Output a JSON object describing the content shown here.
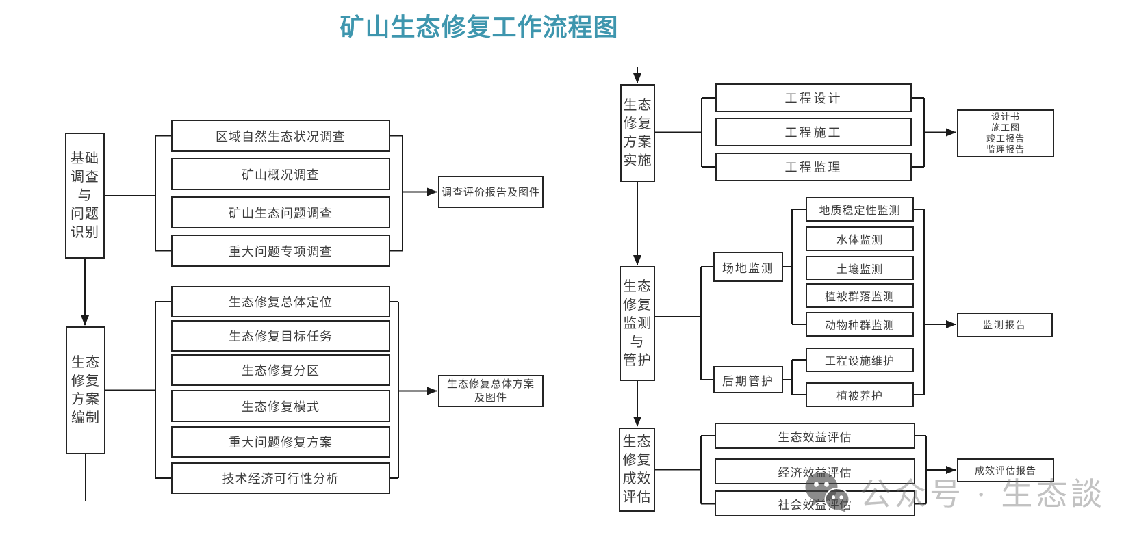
{
  "title": "矿山生态修复工作流程图",
  "colors": {
    "title": "#3e96ae",
    "line": "#1a1a1a",
    "box_border": "#242424",
    "text": "#3c3c3c",
    "watermark": "#bdbdbd"
  },
  "left_flow": {
    "stage1_label": "基础\n调查\n与\n问题\n识别",
    "stage1_items": [
      "区域自然生态状况调查",
      "矿山概况调查",
      "矿山生态问题调查",
      "重大问题专项调查"
    ],
    "stage1_output": "调查评价报告及图件",
    "stage2_label": "生态\n修复\n方案\n编制",
    "stage2_items": [
      "生态修复总体定位",
      "生态修复目标任务",
      "生态修复分区",
      "生态修复模式",
      "重大问题修复方案",
      "技术经济可行性分析"
    ],
    "stage2_output": "生态修复总体方案\n及图件"
  },
  "right_flow": {
    "stage3_label": "生态\n修复\n方案\n实施",
    "stage3_items": [
      "工程设计",
      "工程施工",
      "工程监理"
    ],
    "stage3_output": "设计书\n施工图\n竣工报告\n监理报告",
    "stage4_label": "生态\n修复\n监测\n与\n管护",
    "site_monitoring_label": "场地监测",
    "site_monitoring_items": [
      "地质稳定性监测",
      "水体监测",
      "土壤监测",
      "植被群落监测",
      "动物种群监测"
    ],
    "maintenance_label": "后期管护",
    "maintenance_items": [
      "工程设施维护",
      "植被养护"
    ],
    "stage4_output": "监测报告",
    "stage5_label": "生态\n修复\n成效\n评估",
    "stage5_items": [
      "生态效益评估",
      "经济效益评估",
      "社会效益评估"
    ],
    "stage5_output": "成效评估报告"
  },
  "watermark": {
    "icon": "wechat-icon",
    "text": "公众号 · 生态談"
  }
}
